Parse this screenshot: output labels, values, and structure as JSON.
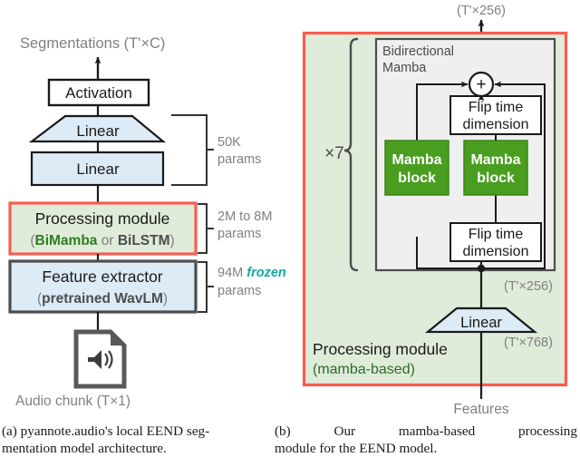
{
  "figure": {
    "panel_a": {
      "top_label": "Segmentations (T'×C)",
      "blocks": [
        {
          "name": "activation",
          "label": "Activation"
        },
        {
          "name": "linear-trapezoid",
          "label": "Linear"
        },
        {
          "name": "linear-rect",
          "label": "Linear"
        },
        {
          "name": "processing-module",
          "label": "Processing module"
        },
        {
          "name": "feature-extractor",
          "label": "Feature extractor"
        }
      ],
      "processing_sub": {
        "open_paren": "(",
        "option_1": "BiMamba",
        "conjunction": " or ",
        "option_2": "BiLSTM",
        "close_paren": ")"
      },
      "feature_sub": {
        "open_paren": "(",
        "text": "pretrained WavLM",
        "close_paren": ")"
      },
      "annotations": [
        {
          "name": "params-50k",
          "line1": "50K",
          "line2": "params"
        },
        {
          "name": "params-2m-8m",
          "line1": "2M to 8M",
          "line2": "params"
        },
        {
          "name": "params-94m",
          "line1_pre": "94M ",
          "line1_em": "frozen",
          "line2": "params"
        }
      ],
      "bottom_label": "Audio chunk (T×1)",
      "audio_icon": "audio-file-icon"
    },
    "panel_b": {
      "top_shape_label": "(T'×256)",
      "repeat_label": "×7",
      "inner_title_line1": "Bidirectional",
      "inner_title_line2": "Mamba",
      "sum_symbol": "+",
      "flip_top_line1": "Flip time",
      "flip_top_line2": "dimension",
      "flip_bottom_line1": "Flip time",
      "flip_bottom_line2": "dimension",
      "mamba_left_line1": "Mamba",
      "mamba_left_line2": "block",
      "mamba_right_line1": "Mamba",
      "mamba_right_line2": "block",
      "mid_shape_label": "(T'×256)",
      "linear_label": "Linear",
      "lower_shape_label": "(T'×768)",
      "module_title": "Processing module",
      "module_subtitle": "(mamba-based)",
      "bottom_label": "Features"
    }
  },
  "captions": {
    "a_line1": "(a) pyannote.audio's local EEND seg-",
    "a_line2": "mentation model architecture.",
    "b_line1": "(b)   Our   mamba-based   processing",
    "b_line2": "module for the EEND model."
  },
  "colors": {
    "accent_red": "#fa5c4f",
    "panel_green": "#d8e8d3",
    "block_blue": "#ddebf7",
    "mamba_green": "#4a9e1f",
    "inner_gray": "#efefef",
    "text_gray": "#808080",
    "frozen_teal": "#12a9a0",
    "bimamba_green": "#2e7d22",
    "dark_stroke": "#1a1a1a"
  }
}
